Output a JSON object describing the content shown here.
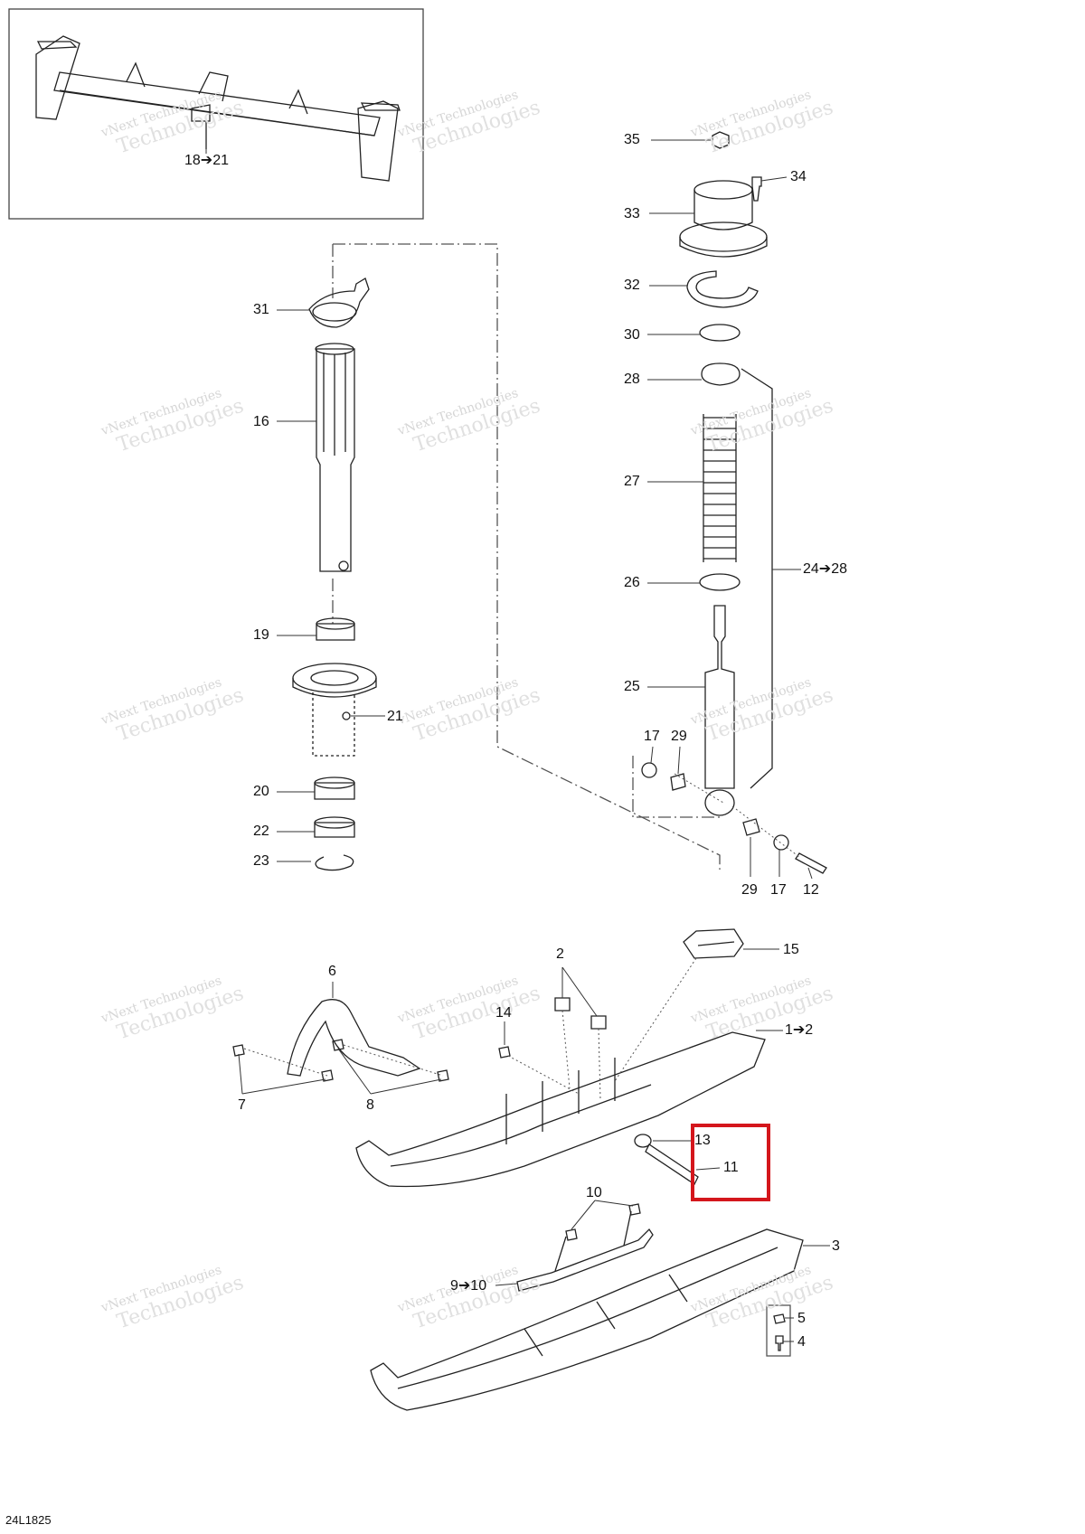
{
  "drawing": {
    "id": "24L1825",
    "watermark": {
      "line1": "vNext Technologies",
      "line2": "Technologies"
    },
    "highlight_color": "#d4161c",
    "callouts": {
      "c_18_21": "18➔21",
      "c_35": "35",
      "c_34": "34",
      "c_33": "33",
      "c_32": "32",
      "c_31": "31",
      "c_30": "30",
      "c_28": "28",
      "c_16": "16",
      "c_27": "27",
      "c_24_28": "24➔28",
      "c_26": "26",
      "c_19": "19",
      "c_25": "25",
      "c_21": "21",
      "c_17a": "17",
      "c_29a": "29",
      "c_20": "20",
      "c_22": "22",
      "c_23": "23",
      "c_29b": "29",
      "c_17b": "17",
      "c_12": "12",
      "c_15": "15",
      "c_2": "2",
      "c_6": "6",
      "c_14": "14",
      "c_1_2": "1➔2",
      "c_7": "7",
      "c_8": "8",
      "c_13": "13",
      "c_11": "11",
      "c_10": "10",
      "c_3": "3",
      "c_9_10": "9➔10",
      "c_5": "5",
      "c_4": "4"
    }
  }
}
